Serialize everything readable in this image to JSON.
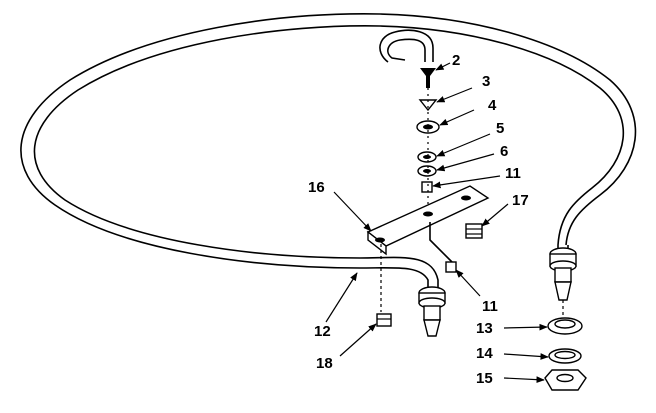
{
  "diagram": {
    "callouts": [
      {
        "id": "c2",
        "text": "2"
      },
      {
        "id": "c3",
        "text": "3"
      },
      {
        "id": "c4",
        "text": "4"
      },
      {
        "id": "c5",
        "text": "5"
      },
      {
        "id": "c6",
        "text": "6"
      },
      {
        "id": "c11a",
        "text": "11"
      },
      {
        "id": "c11b",
        "text": "11"
      },
      {
        "id": "c12",
        "text": "12"
      },
      {
        "id": "c13",
        "text": "13"
      },
      {
        "id": "c14",
        "text": "14"
      },
      {
        "id": "c15",
        "text": "15"
      },
      {
        "id": "c16",
        "text": "16"
      },
      {
        "id": "c17",
        "text": "17"
      },
      {
        "id": "c18",
        "text": "18"
      }
    ],
    "colors": {
      "ink": "#000000",
      "paper": "#ffffff"
    }
  }
}
